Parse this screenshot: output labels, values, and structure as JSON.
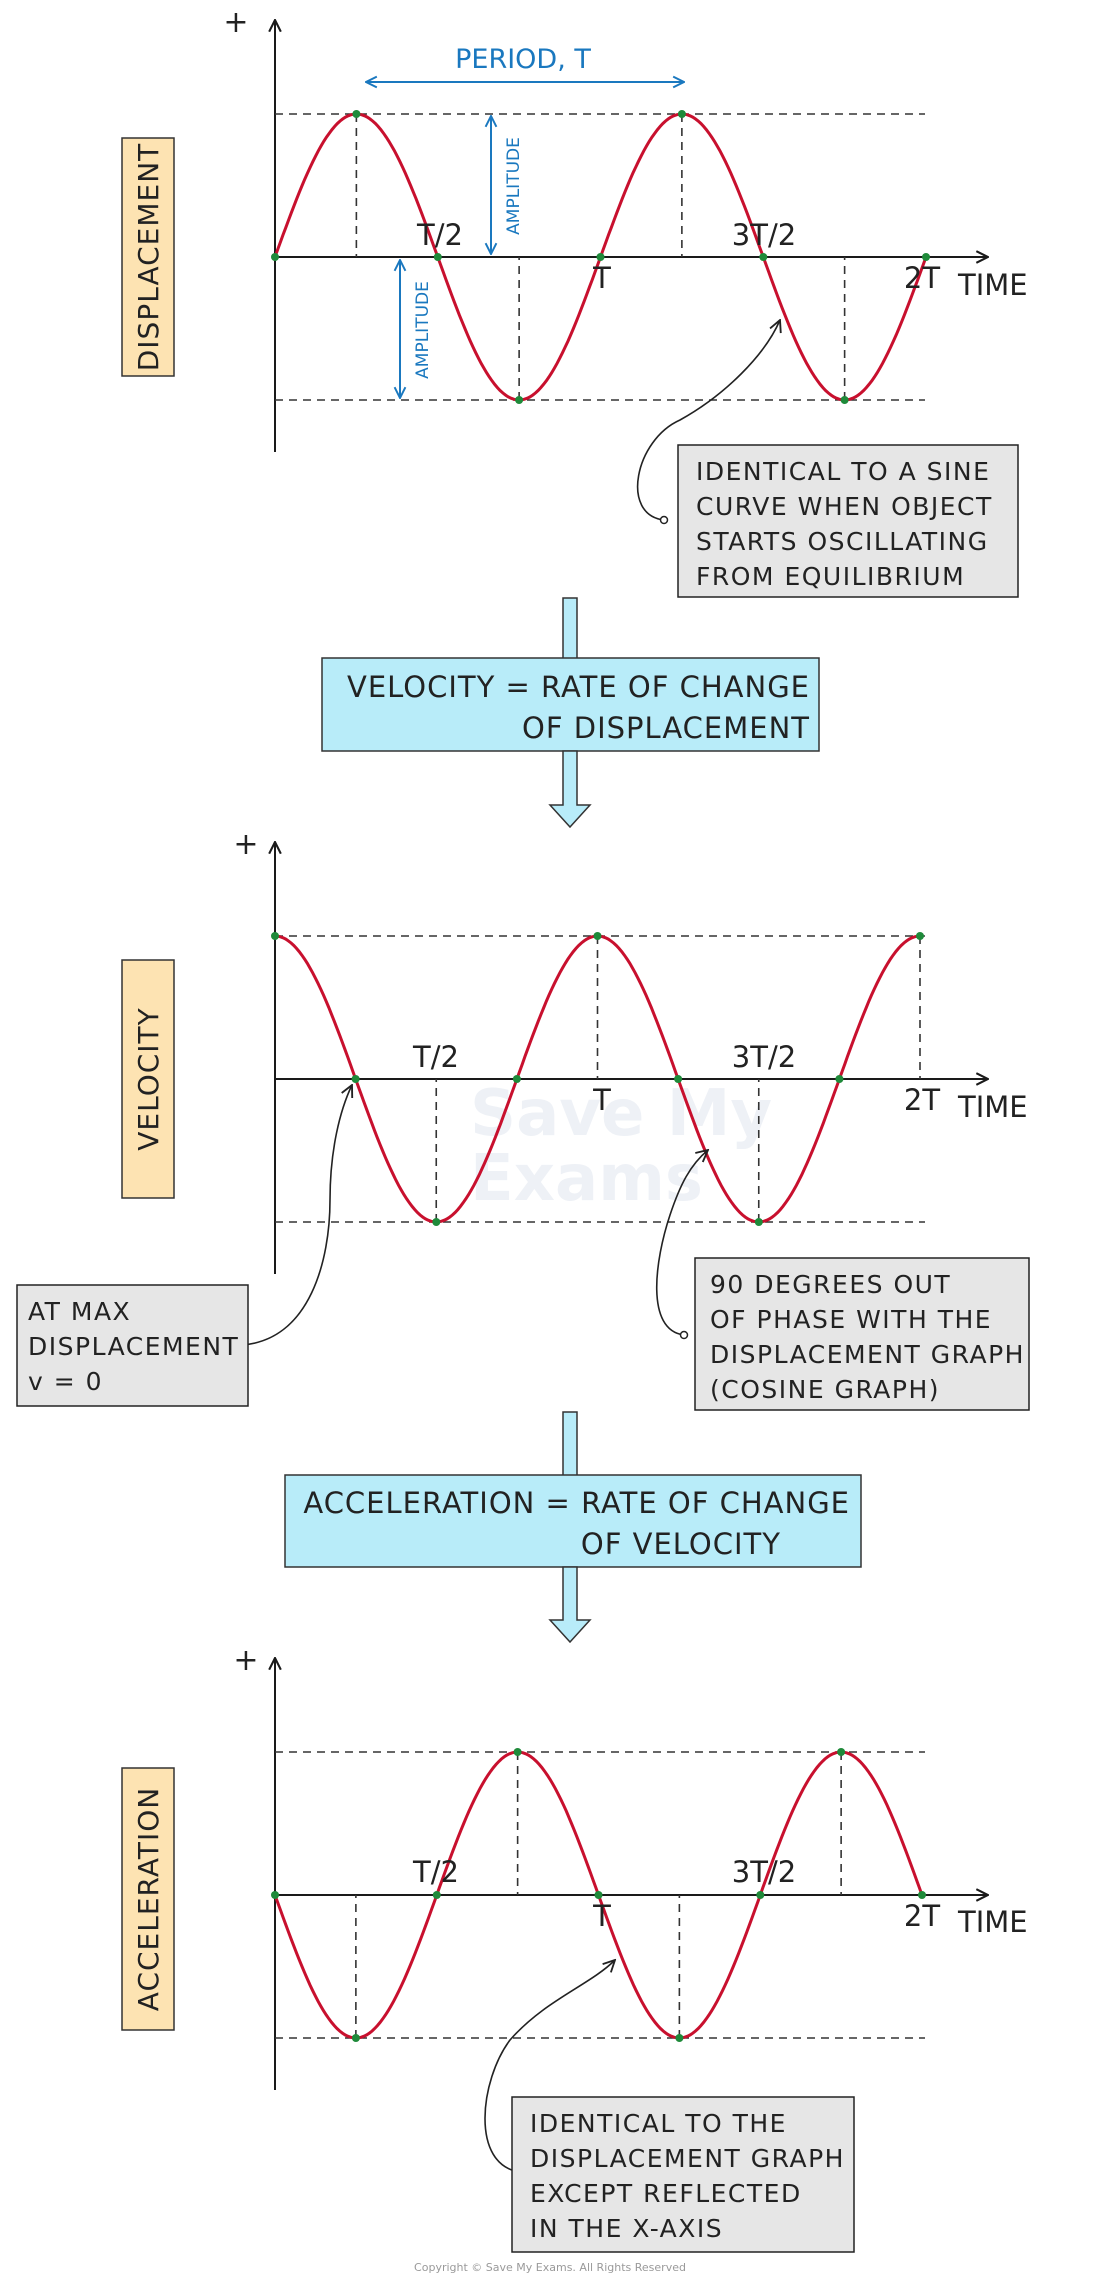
{
  "colors": {
    "curve": "#c8102e",
    "point": "#1f8a3a",
    "axis": "#1a1a1a",
    "guide": "#333333",
    "annotation": "#1a78bf",
    "label_box_fill": "#fde3b2",
    "step_box_fill": "#b8ecf9",
    "callout_fill": "#e6e6e6"
  },
  "graphs": [
    {
      "id": "displacement",
      "y_label": "DISPLACEMENT",
      "axis_plus": "+",
      "x_axis_label": "TIME",
      "ticks": {
        "half": "T/2",
        "one": "T",
        "three_half": "3T/2",
        "two": "2T"
      },
      "curve": "sine",
      "period_label": "PERIOD, T",
      "amplitude_label": "AMPLITUDE",
      "callout": [
        "IDENTICAL TO A SINE",
        "CURVE WHEN OBJECT",
        "STARTS OSCILLATING",
        "FROM EQUILIBRIUM"
      ]
    },
    {
      "id": "velocity",
      "y_label": "VELOCITY",
      "axis_plus": "+",
      "x_axis_label": "TIME",
      "ticks": {
        "half": "T/2",
        "one": "T",
        "three_half": "3T/2",
        "two": "2T"
      },
      "curve": "cosine",
      "callout_left": [
        "AT MAX",
        "DISPLACEMENT",
        "v = 0"
      ],
      "callout_right": [
        "90 DEGREES OUT",
        "OF PHASE WITH THE",
        "DISPLACEMENT GRAPH",
        "(COSINE GRAPH)"
      ]
    },
    {
      "id": "acceleration",
      "y_label": "ACCELERATION",
      "axis_plus": "+",
      "x_axis_label": "TIME",
      "ticks": {
        "half": "T/2",
        "one": "T",
        "three_half": "3T/2",
        "two": "2T"
      },
      "curve": "negative sine",
      "callout": [
        "IDENTICAL TO THE",
        "DISPLACEMENT GRAPH",
        "EXCEPT REFLECTED",
        "IN THE X-AXIS"
      ]
    }
  ],
  "steps": [
    {
      "line1": "VELOCITY = RATE  OF  CHANGE",
      "line2": "OF  DISPLACEMENT"
    },
    {
      "line1": "ACCELERATION = RATE  OF  CHANGE",
      "line2": "OF  VELOCITY"
    }
  ],
  "watermark": {
    "line1": "Save My",
    "line2": "Exams"
  },
  "copyright": "Copyright © Save My Exams. All Rights Reserved"
}
